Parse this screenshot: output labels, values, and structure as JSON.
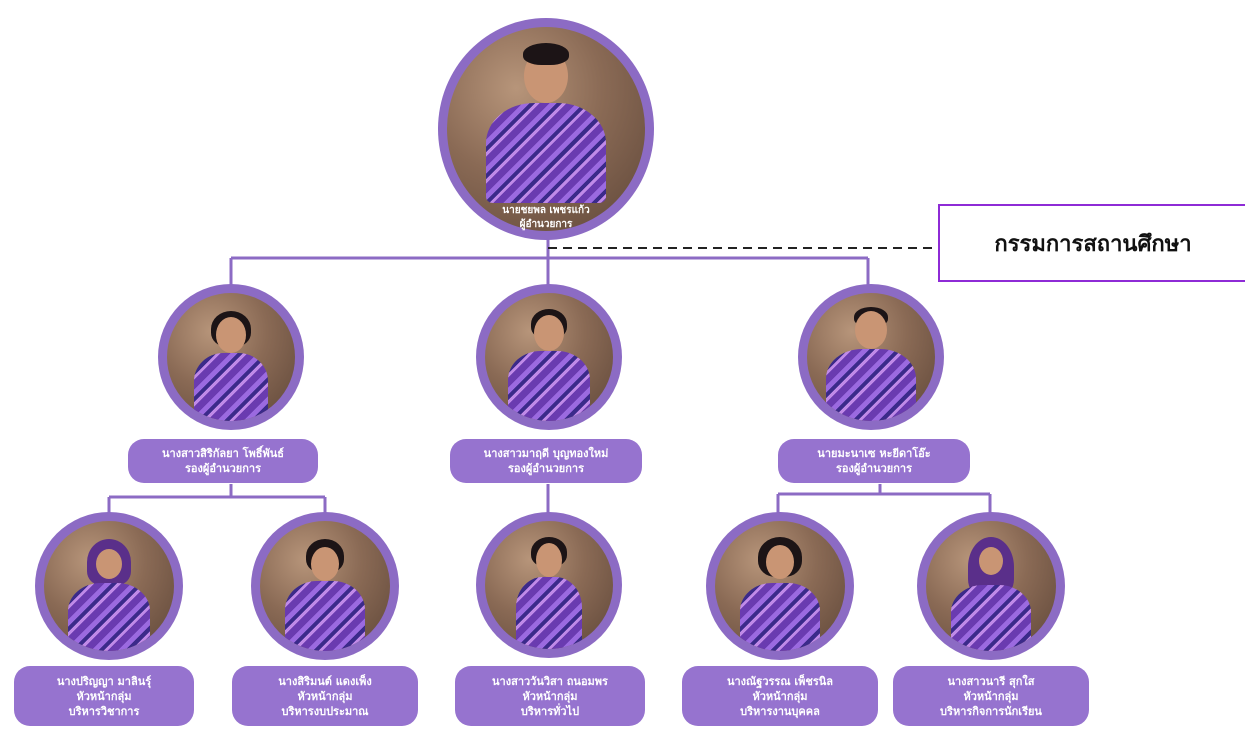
{
  "committee": {
    "label": "กรรมการสถานศึกษา"
  },
  "director": {
    "name": "นายชยพล เพชรแก้ว",
    "title": "ผู้อำนวยการ"
  },
  "deputies": [
    {
      "name": "นางสาวสิริกัลยา โพธิ์พันธ์",
      "title": "รองผู้อำนวยการ"
    },
    {
      "name": "นางสาวมาฤดี บุญทองใหม่",
      "title": "รองผู้อำนวยการ"
    },
    {
      "name": "นายมะนาเซ หะยีดาโอ๊ะ",
      "title": "รองผู้อำนวยการ"
    }
  ],
  "heads": [
    {
      "name": "นางปริญญา มาลินรุ์",
      "title": "หัวหน้ากลุ่ม",
      "group": "บริหารวิชาการ"
    },
    {
      "name": "นางสิริมนต์ แดงเพ็ง",
      "title": "หัวหน้ากลุ่ม",
      "group": "บริหารงบประมาณ"
    },
    {
      "name": "นางสาววันวิสา ถนอมพร",
      "title": "หัวหน้ากลุ่ม",
      "group": "บริหารทั่วไป"
    },
    {
      "name": "นางณัฐวรรณ เพ็ชรนิล",
      "title": "หัวหน้ากลุ่ม",
      "group": "บริหารงานบุคคล"
    },
    {
      "name": "นางสาวนารี สุกใส",
      "title": "หัวหน้ากลุ่ม",
      "group": "บริหารกิจการนักเรียน"
    }
  ],
  "colors": {
    "accent": "#9673cf",
    "ring": "#8c6bc4",
    "line": "#8c6bc4",
    "committee_border": "#8e2bd6"
  }
}
